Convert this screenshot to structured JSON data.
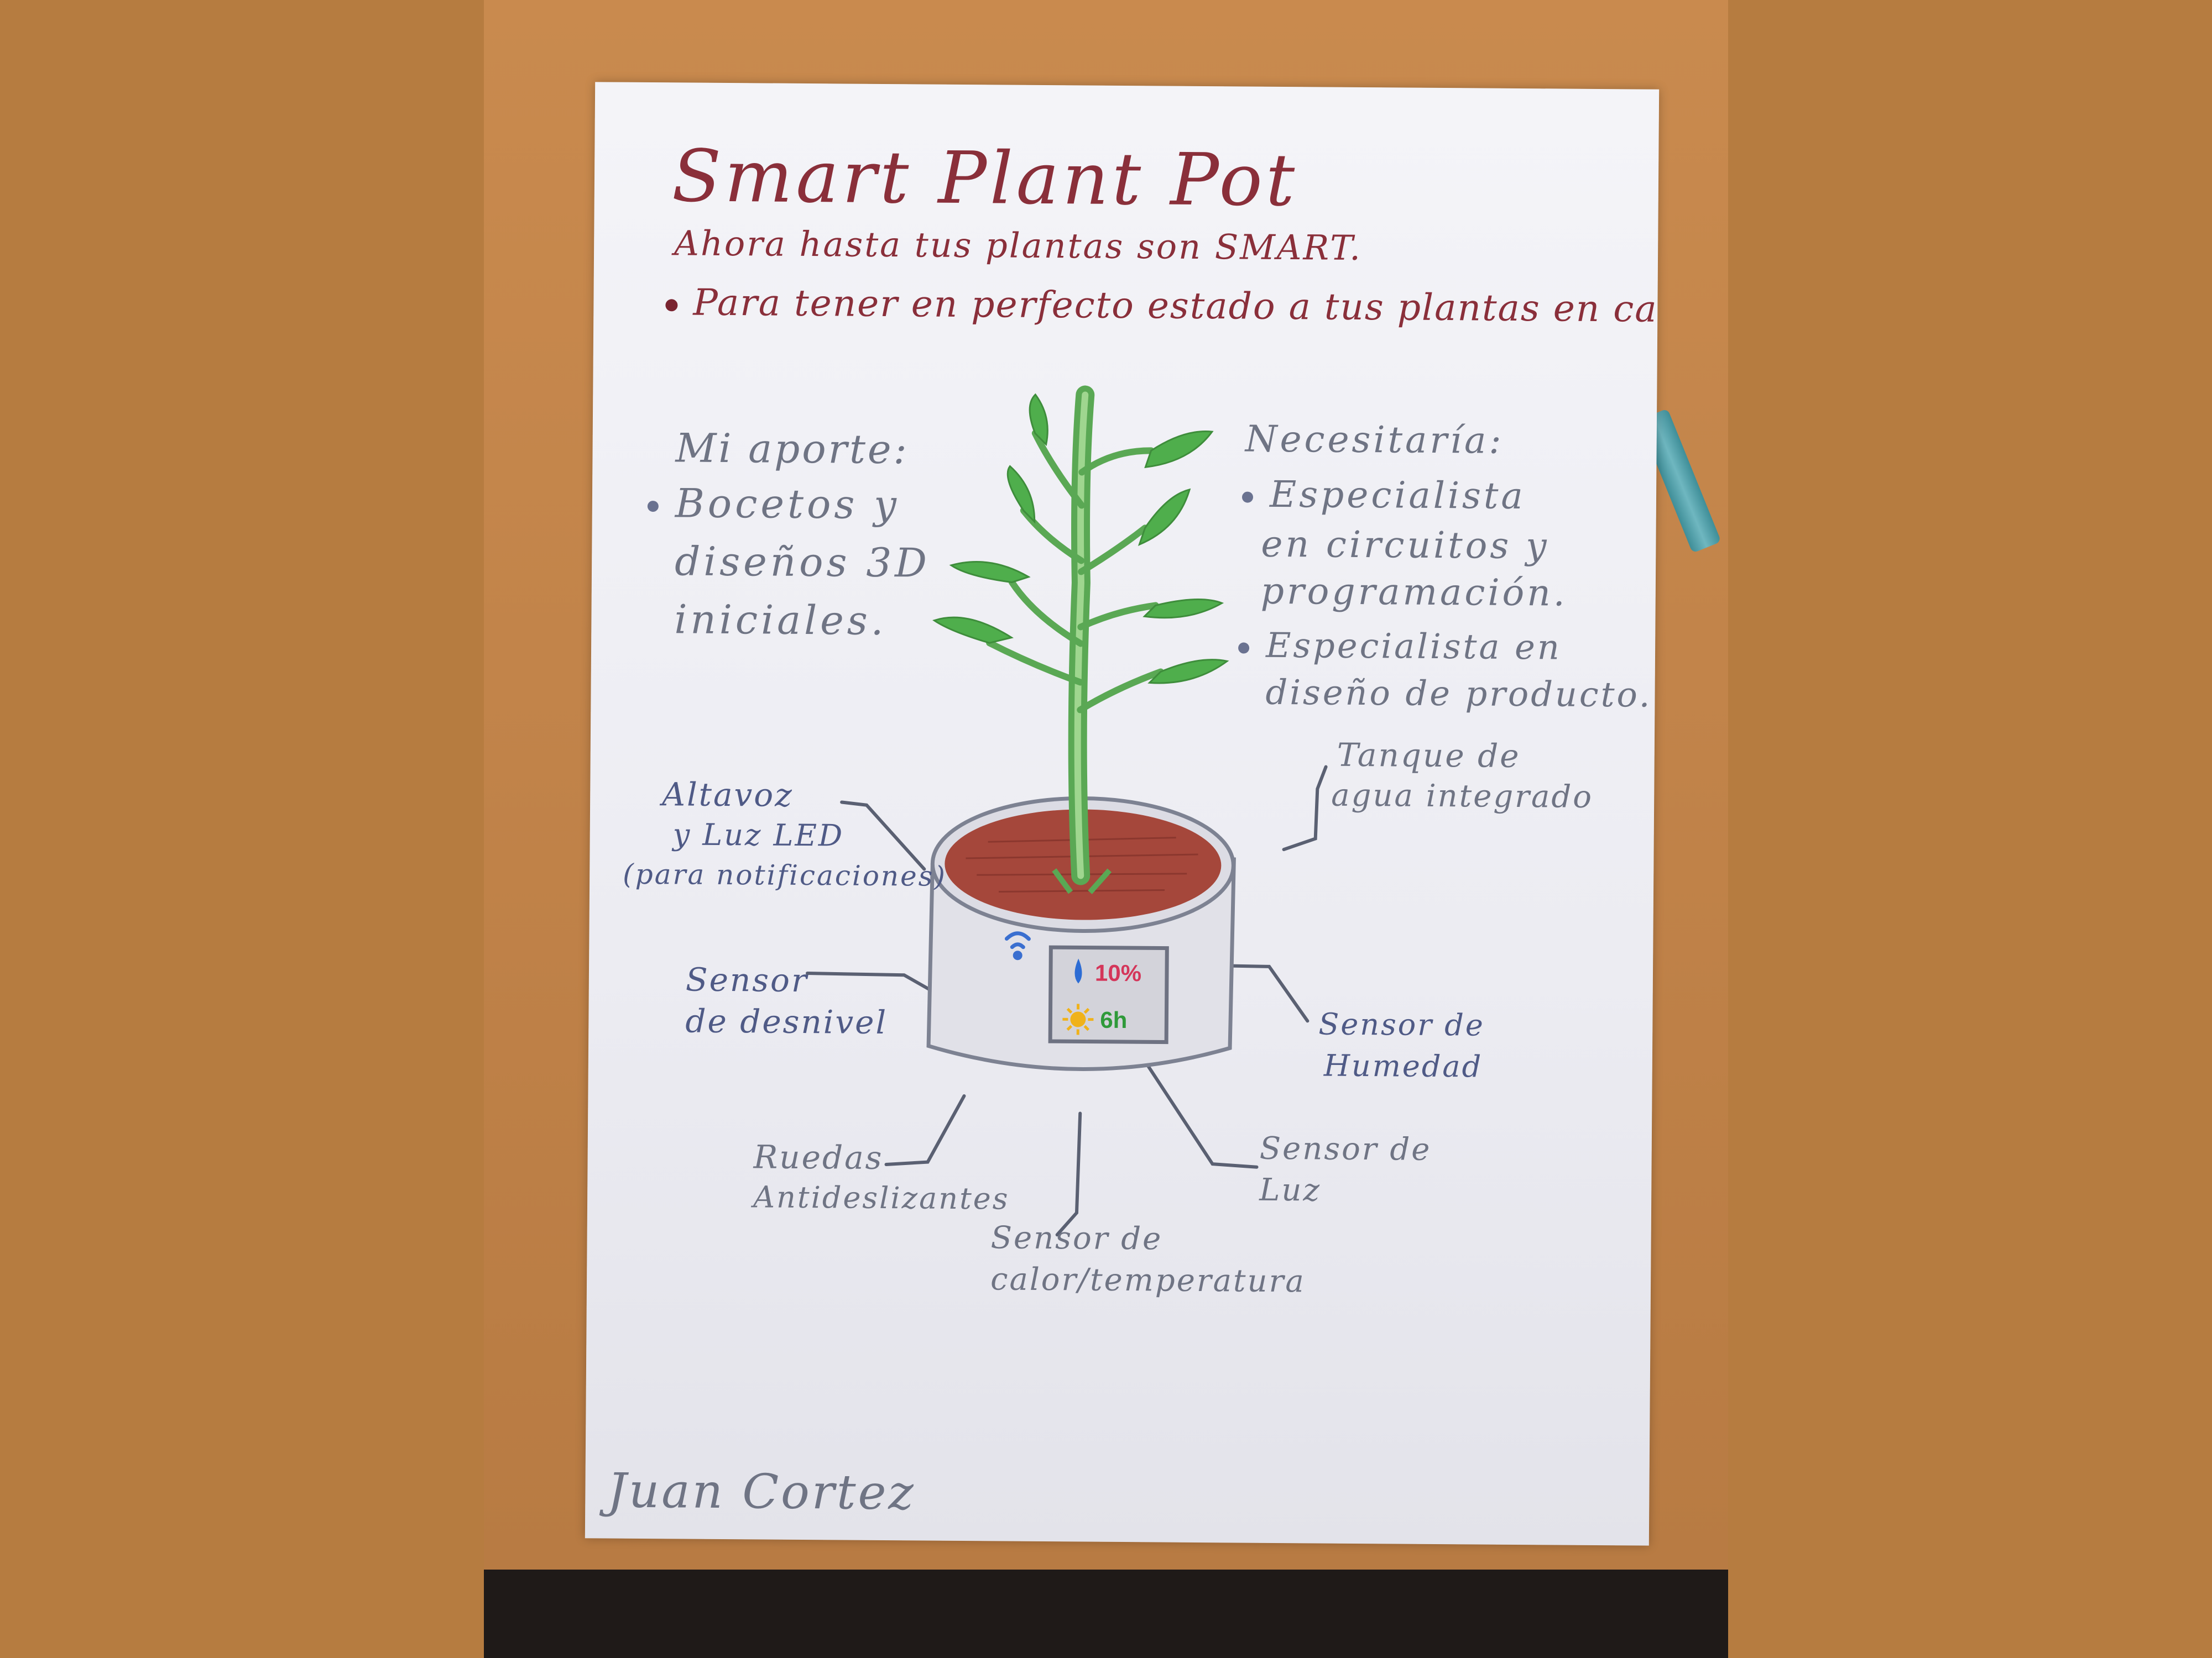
{
  "poster": {
    "title": "Smart Plant Pot",
    "subtitle": "Ahora hasta tus plantas son SMART.",
    "purpose": "Para tener en perfecto estado a tus plantas en casa.",
    "aporte": {
      "heading": "Mi aporte:",
      "lines": [
        "Bocetos y",
        "diseños 3D",
        "iniciales."
      ]
    },
    "necesitaria": {
      "heading": "Necesitaría:",
      "lines": [
        "Especialista",
        "en circuitos y",
        "programación.",
        "Especialista en",
        "diseño de producto."
      ]
    },
    "labels": {
      "altavoz_1": "Altavoz",
      "altavoz_2": "y Luz LED",
      "altavoz_3": "(para notificaciones)",
      "tanque_1": "Tanque de",
      "tanque_2": "agua integrado",
      "desnivel_1": "Sensor",
      "desnivel_2": "de desnivel",
      "humedad_1": "Sensor de",
      "humedad_2": "Humedad",
      "ruedas_1": "Ruedas",
      "ruedas_2": "Antideslizantes",
      "luz_1": "Sensor de",
      "luz_2": "Luz",
      "calor_1": "Sensor de",
      "calor_2": "calor/temperatura"
    },
    "screen": {
      "humidity": "10%",
      "light": "6h"
    },
    "signature": "Juan Cortez"
  },
  "colors": {
    "title_ink": "#8a2f3a",
    "pencil_gray": "#6f7484",
    "stem_green": "#6bb866",
    "soil_brown": "#9a3f35",
    "desk": "#c2844a"
  }
}
